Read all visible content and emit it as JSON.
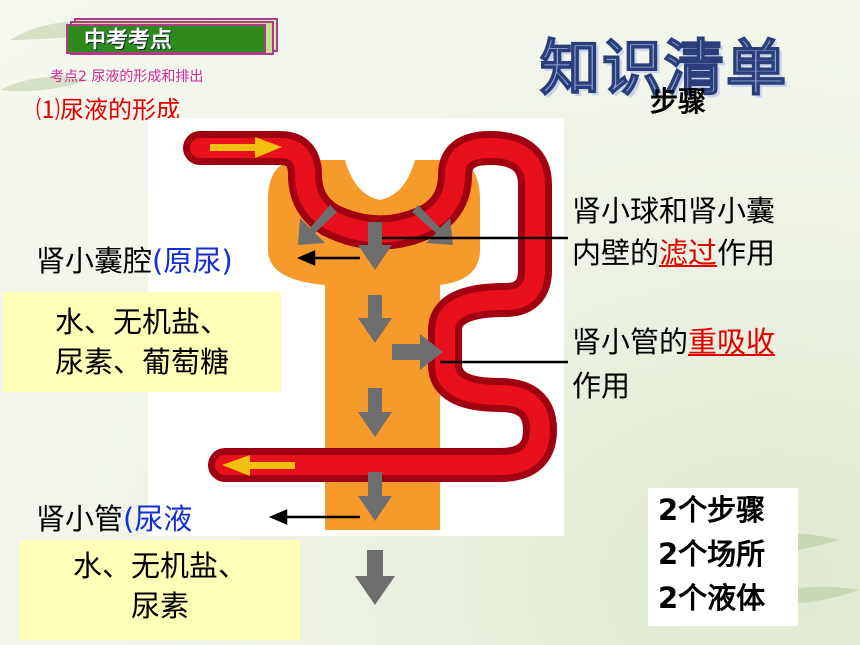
{
  "badge": {
    "text": "中考考点"
  },
  "subtitle": "考点2  尿液的形成和排出",
  "section_title": "⑴尿液的形成",
  "big_title": "知识清单",
  "steps_label": "步骤",
  "labels": {
    "capsule_cavity": "肾小囊腔",
    "capsule_cavity_paren": "(原尿)",
    "tubule": "肾小管",
    "tubule_paren": "(尿液",
    "filtration_line1": "肾小球和肾小囊",
    "filtration_line2_pre": "内壁的",
    "filtration_key": "滤过",
    "filtration_post": "作用",
    "reabsorb_pre": "肾小管的",
    "reabsorb_key": "重吸收",
    "reabsorb_line2": "作用"
  },
  "primary_urine_box": {
    "line1": "水、无机盐、",
    "line2": "尿素、葡萄糖"
  },
  "urine_box": {
    "line1": "水、无机盐、",
    "line2": "尿素"
  },
  "summary": {
    "line1": "2个步骤",
    "line2": "2个场所",
    "line3": "2个液体"
  },
  "colors": {
    "vessel_dark": "#a00010",
    "vessel": "#e8101c",
    "tubule": "#f79a2c",
    "arrow": "#6e6e6e",
    "yellow_arrow": "#f2c010"
  }
}
